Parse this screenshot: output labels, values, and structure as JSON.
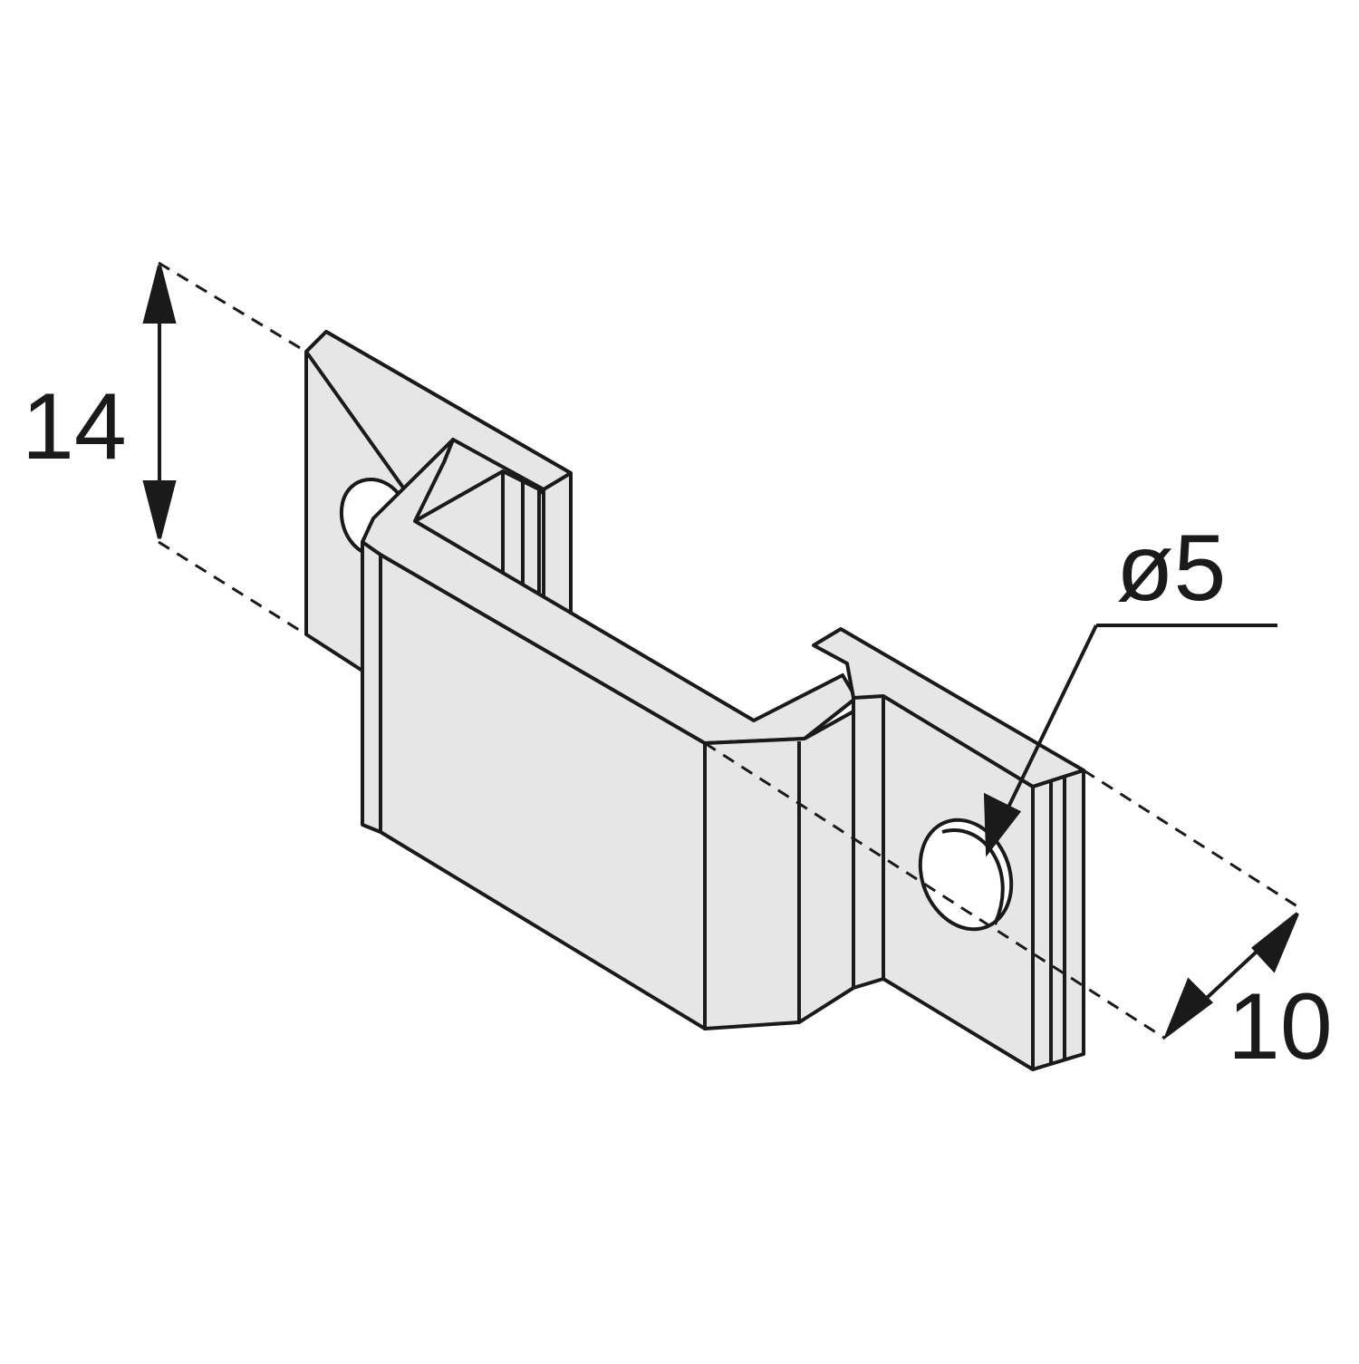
{
  "drawing": {
    "part_color": "#e6e6e6",
    "line_color": "#1a1a1a",
    "background": "#ffffff"
  },
  "dimensions": {
    "height": {
      "value": "14"
    },
    "depth": {
      "value": "10"
    },
    "hole_diameter": {
      "value": "ø5"
    }
  }
}
